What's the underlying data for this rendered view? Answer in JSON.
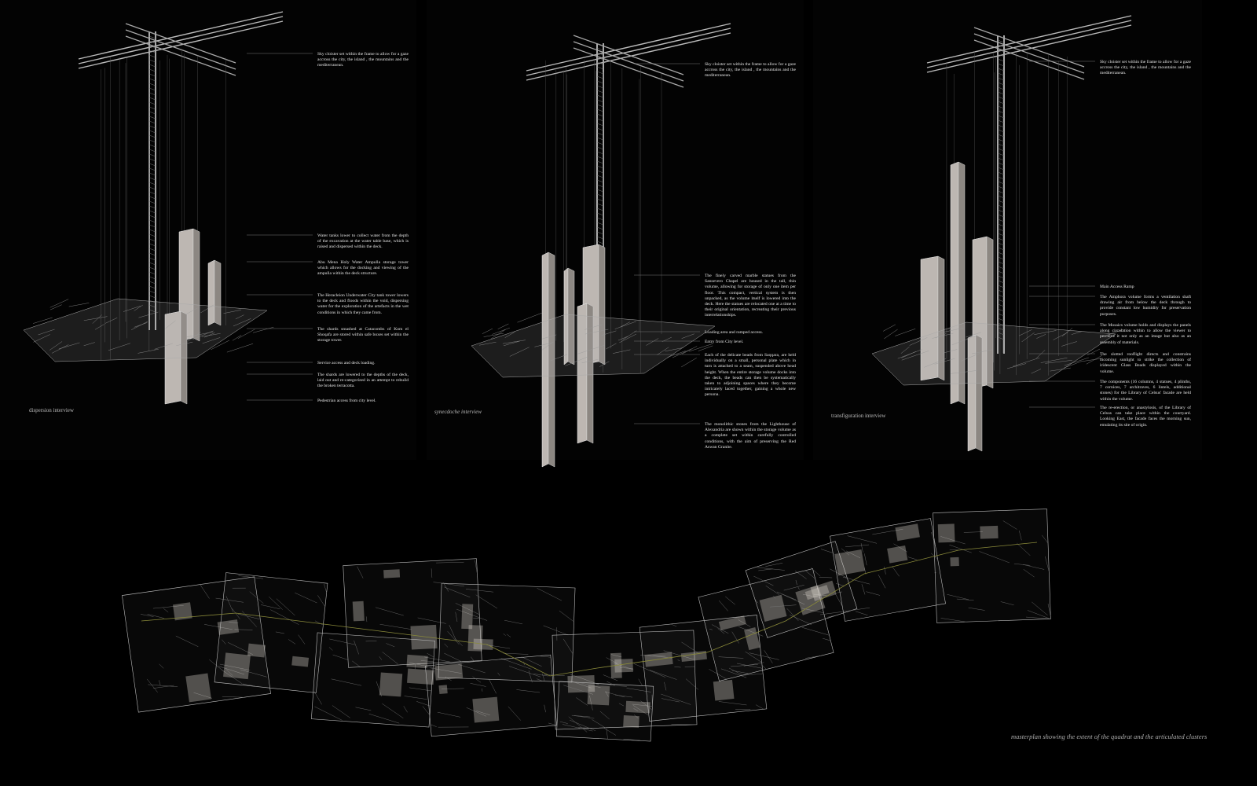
{
  "panels": [
    {
      "caption": "dispersion interview",
      "notes": [
        "Sky cloister set within the frame to allow for a gaze accross the city, the island , the mountains and the mediterranean.",
        "Water tanks lower to collect water from the depth of the excavation at the water table base, which is raised and dispersed within the deck.",
        "Abu Mena Holy Water Ampulla storage tower which allows for the docking and viewing of the ampulla within the deck structure.",
        "The Heracleion Underwater City tank tower lowers to the deck and floods within the void, dispersing water for the exploration of the artefacts in the wet conditions in which they came from.",
        "The shards smashed at Catacombs of Kom el Shoqafa are stored within safe boxes set within the storage tower.",
        "Service access and deck loading.",
        "The shards are lowered to the depths of the deck, laid out and re-categorized in an attempt to rebuild the broken terracotta.",
        "Pedestrian access from city level."
      ]
    },
    {
      "caption": "synecdoche interview",
      "notes": [
        "Sky cloister set within the frame to allow for a gaze accross the city, the island , the mountains and the mediterranean.",
        "The finely carved marble statues from the Sansevero Chapel are housed in the tall, thin volume, allowing for storage of only one item per floor. This compact, vertical system is then unpacked, as the volume itself is lowered into the deck. Here the statues are relocated one at a time to their original orientation, recreating their previous interrelationships.",
        "Loading area and ramped access.",
        "Entry from City level.",
        "Each of the delicate beads from Saqqara, are held individually on a small, personal plate which in turn is attached to a seam, suspended above head height. When the entire storage volume docks into the deck, the beads can then be systematically taken to adjoining spaces where they become intricately laced together, gaining a whole new persona.",
        "The monolithic stones from the Lighthouse of Alexandria are shown within the storage volume as a complete set within carefully controlled conditions, with the aim of preserving the Red Aswan Granite."
      ]
    },
    {
      "caption": "transfiguration interview",
      "notes": [
        "Sky cloister set within the frame to allow for a gaze accross the city, the island , the mountains and the mediterranean.",
        "Main Access Ramp",
        "The Amphora volume forms a ventilation shaft drawing air from below the deck through to provide constant low humidity for preservation purposes.",
        "The Mosaics volume holds and displays the panels along circulation within to allow the viewer to perceive it not only as an image but also as an assembly of materials.",
        "The slotted rooflight directs and constrains incoming sunlight to strike the collection of iridescent Glass Beads displayed within the volume.",
        "The components (16 columns, 4 statues, 4 plinths, 7 cornices, 7 architraves, 6 lintels, additional stones) for the Library of Celsus' facade are held within the volume.",
        "The re-erection, or anastylosis, of the Library of Celsus can take place within the courtyard. Looking East, the facade faces the morning sun, emulating its site of origin."
      ]
    }
  ],
  "masterplan_caption": "masterplan showing the extent of the quadrat and the articulated clusters"
}
